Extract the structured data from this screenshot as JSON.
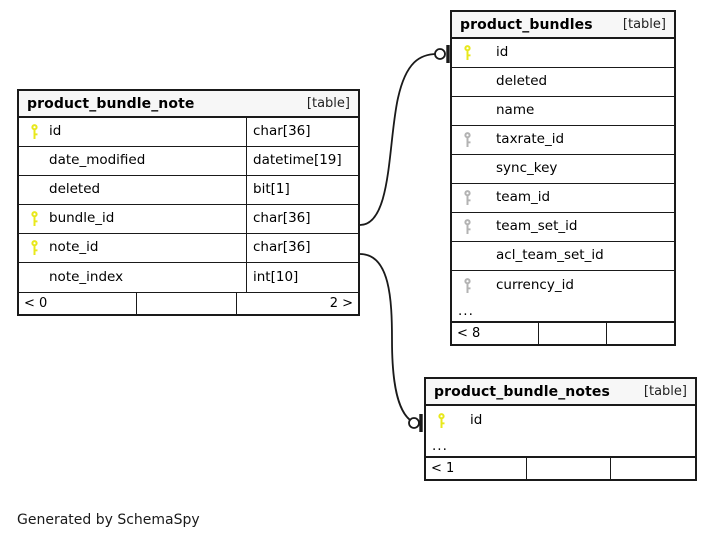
{
  "diagram": {
    "caption": "Generated by SchemaSpy",
    "kind_label": "[table]"
  },
  "entities": {
    "product_bundle_note": {
      "title": "product_bundle_note",
      "kind": "[table]",
      "columns": [
        {
          "key": "primary",
          "name": "id",
          "type": "char[36]"
        },
        {
          "key": "none",
          "name": "date_modified",
          "type": "datetime[19]"
        },
        {
          "key": "none",
          "name": "deleted",
          "type": "bit[1]"
        },
        {
          "key": "primary",
          "name": "bundle_id",
          "type": "char[36]"
        },
        {
          "key": "primary",
          "name": "note_id",
          "type": "char[36]"
        },
        {
          "key": "none",
          "name": "note_index",
          "type": "int[10]"
        }
      ],
      "footer": {
        "left": "< 0",
        "middle": "",
        "right": "2 >"
      }
    },
    "product_bundles": {
      "title": "product_bundles",
      "kind": "[table]",
      "columns": [
        {
          "key": "primary",
          "name": "id"
        },
        {
          "key": "none",
          "name": "deleted"
        },
        {
          "key": "none",
          "name": "name"
        },
        {
          "key": "foreign",
          "name": "taxrate_id"
        },
        {
          "key": "none",
          "name": "sync_key"
        },
        {
          "key": "foreign",
          "name": "team_id"
        },
        {
          "key": "foreign",
          "name": "team_set_id"
        },
        {
          "key": "none",
          "name": "acl_team_set_id"
        },
        {
          "key": "foreign",
          "name": "currency_id"
        }
      ],
      "more": "...",
      "footer": {
        "left": "< 8",
        "middle": "",
        "right": ""
      }
    },
    "product_bundle_notes": {
      "title": "product_bundle_notes",
      "kind": "[table]",
      "columns": [
        {
          "key": "primary",
          "name": "id"
        }
      ],
      "more": "...",
      "footer": {
        "left": "< 1",
        "middle": "",
        "right": ""
      }
    }
  },
  "relationships": [
    {
      "name": "bundle_id-to-product_bundles-id",
      "from_entity": "product_bundle_note",
      "from_column": "bundle_id",
      "to_entity": "product_bundles",
      "to_column": "id",
      "to_cardinality": "zero-or-one"
    },
    {
      "name": "note_id-to-product_bundle_notes-id",
      "from_entity": "product_bundle_note",
      "from_column": "note_id",
      "to_entity": "product_bundle_notes",
      "to_column": "id",
      "to_cardinality": "zero-or-one"
    }
  ],
  "colors": {
    "primary_key": "#e8e81c",
    "foreign_key": "#b3b3b3",
    "line": "#1a1a1a",
    "header_bg": "#f7f7f7"
  }
}
